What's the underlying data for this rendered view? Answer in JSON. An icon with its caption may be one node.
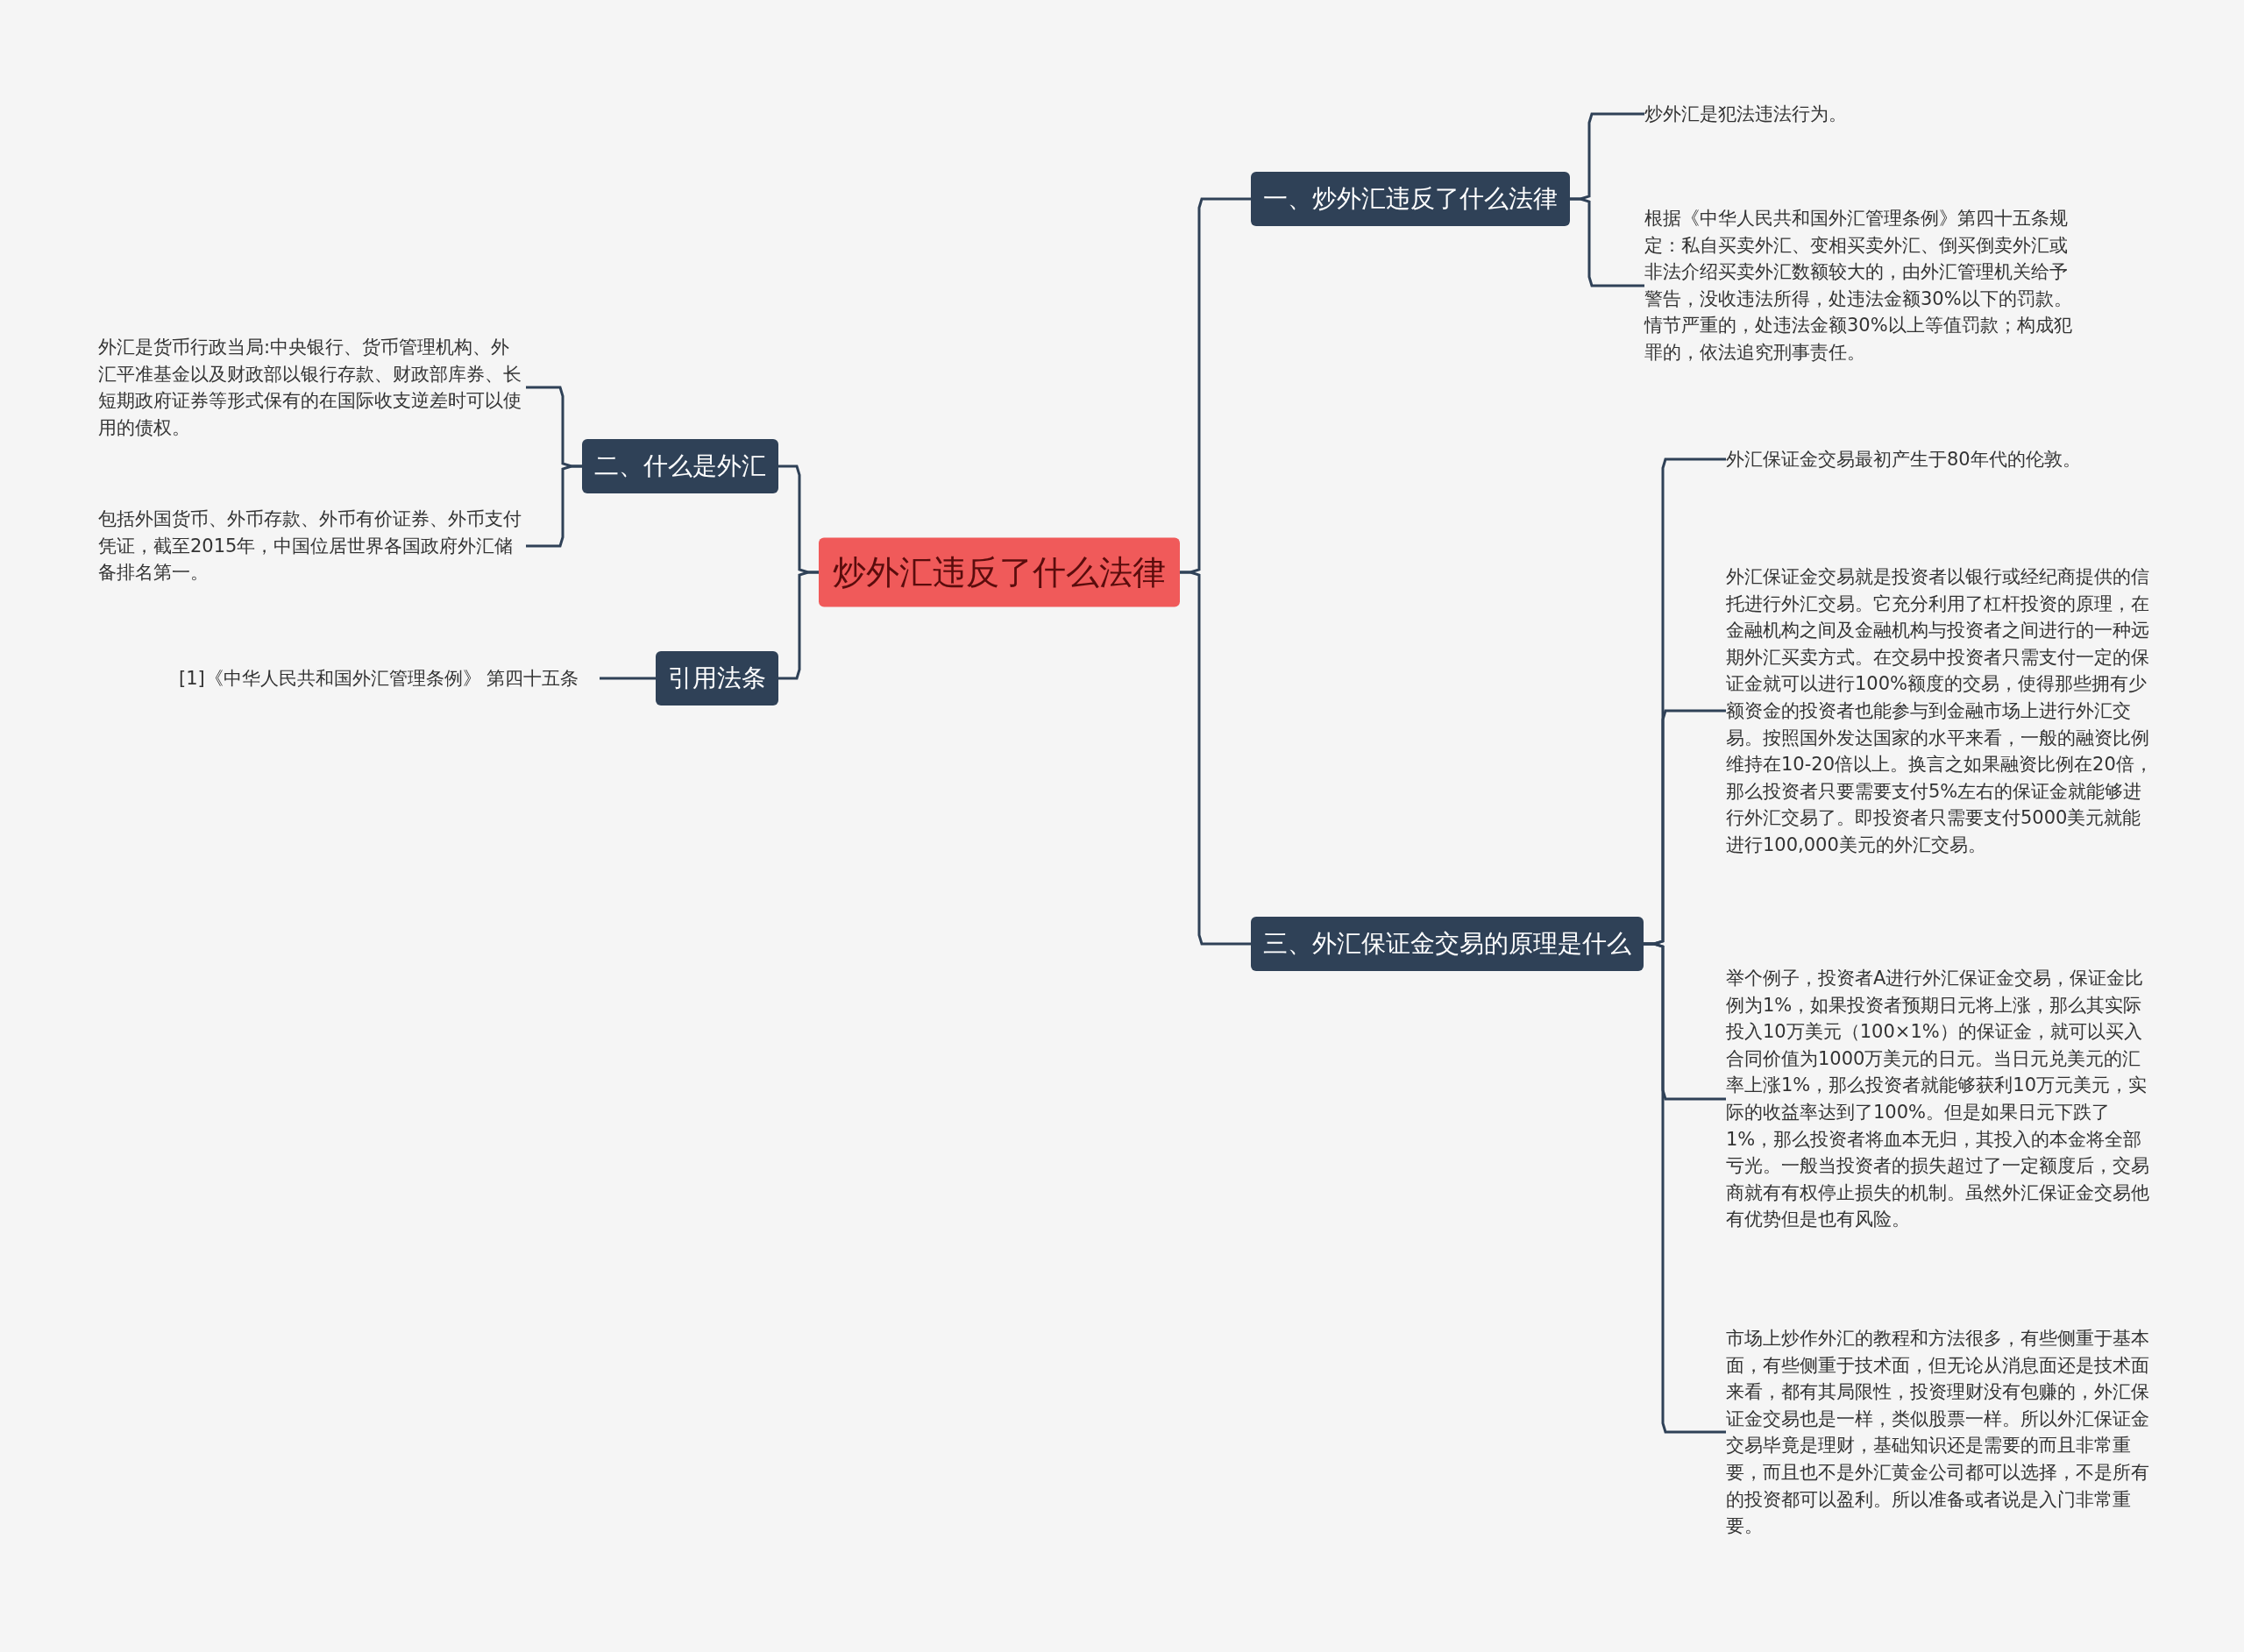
{
  "diagram": {
    "nodes": [
      {
        "text": [
          "炒外汇违反了什么法律"
        ]
      },
      {
        "text": [
          "一、炒外汇违反了什么法律"
        ]
      },
      {
        "text": [
          "炒外汇是犯法违法行为。"
        ]
      },
      {
        "text": [
          "根据《中华人民共和国外汇管理条例》第四十五条规定：私自买卖外汇、变相买卖外汇、倒买倒卖外汇或非法介绍买卖外汇数额较大的，由外汇管理机关给予警告，没收违法所得，处违法金额30%以下的罚款。情节严重的，处违法金额30%以上等值罚款；构成犯罪的，依法追究刑事责任。"
        ]
      },
      {
        "text": [
          "二、什么是外汇"
        ]
      },
      {
        "text": [
          "外汇是货币行政当局:中央银行、货币管理机构、外汇平准基金以及财政部以银行存款、财政部库券、长短期政府证券等形式保有的在国际收支逆差时可以使用的债权。"
        ]
      },
      {
        "text": [
          "包括外国货币、外币存款、外币有价证券、外币支付凭证，截至2015年，中国位居世界各国政府外汇储备排名第一。"
        ]
      },
      {
        "text": [
          "引用法条"
        ]
      },
      {
        "text": [
          "[1]《中华人民共和国外汇管理条例》 第四十五条"
        ]
      },
      {
        "text": [
          "三、外汇保证金交易的原理是什么"
        ]
      },
      {
        "text": [
          "外汇保证金交易最初产生于80年代的伦敦。"
        ]
      },
      {
        "text": [
          "外汇保证金交易就是投资者以银行或经纪商提供的信托进行外汇交易。它充分利用了杠杆投资的原理，在金融机构之间及金融机构与投资者之间进行的一种远期外汇买卖方式。在交易中投资者只需支付一定的保证金就可以进行100%额度的交易，使得那些拥有少额资金的投资者也能参与到金融市场上进行外汇交易。按照国外发达国家的水平来看，一般的融资比例维持在10-20倍以上。换言之如果融资比例在20倍，那么投资者只要需要支付5%左右的保证金就能够进行外汇交易了。即投资者只需要支付5000美元就能进行100,000美元的外汇交易。"
        ]
      },
      {
        "text": [
          "举个例子，投资者A进行外汇保证金交易，保证金比例为1%，如果投资者预期日元将上涨，那么其实际投入10万美元（100×1%）的保证金，就可以买入合同价值为1000万美元的日元。当日元兑美元的汇率上涨1%，那么投资者就能够获利10万元美元，实际的收益率达到了100%。但是如果日元下跌了1%，那么投资者将血本无归，其投入的本金将全部亏光。一般当投资者的损失超过了一定额度后，交易商就有有权停止损失的机制。虽然外汇保证金交易他有优势但是也有风险。"
        ]
      },
      {
        "text": [
          "市场上炒作外汇的教程和方法很多，有些侧重于基本面，有些侧重于技术面，但无论从消息面还是技术面来看，都有其局限性，投资理财没有包赚的，外汇保证金交易也是一样，类似股票一样。所以外汇保证金交易毕竟是理财，基础知识还是需要的而且非常重要，而且也不是外汇黄金公司都可以选择，不是所有的投资都可以盈利。所以准备或者说是入门非常重要。"
        ]
      }
    ],
    "edges": [
      {
        "from": 0,
        "to": 1,
        "arrow": "none"
      },
      {
        "from": 1,
        "to": 2,
        "arrow": "none"
      },
      {
        "from": 1,
        "to": 3,
        "arrow": "none"
      },
      {
        "from": 0,
        "to": 4,
        "arrow": "none"
      },
      {
        "from": 4,
        "to": 5,
        "arrow": "none"
      },
      {
        "from": 4,
        "to": 6,
        "arrow": "none"
      },
      {
        "from": 0,
        "to": 7,
        "arrow": "none"
      },
      {
        "from": 7,
        "to": 8,
        "arrow": "none"
      },
      {
        "from": 0,
        "to": 9,
        "arrow": "none"
      },
      {
        "from": 9,
        "to": 10,
        "arrow": "none"
      },
      {
        "from": 9,
        "to": 11,
        "arrow": "none"
      },
      {
        "from": 9,
        "to": 12,
        "arrow": "none"
      },
      {
        "from": 9,
        "to": 13,
        "arrow": "none"
      }
    ]
  }
}
